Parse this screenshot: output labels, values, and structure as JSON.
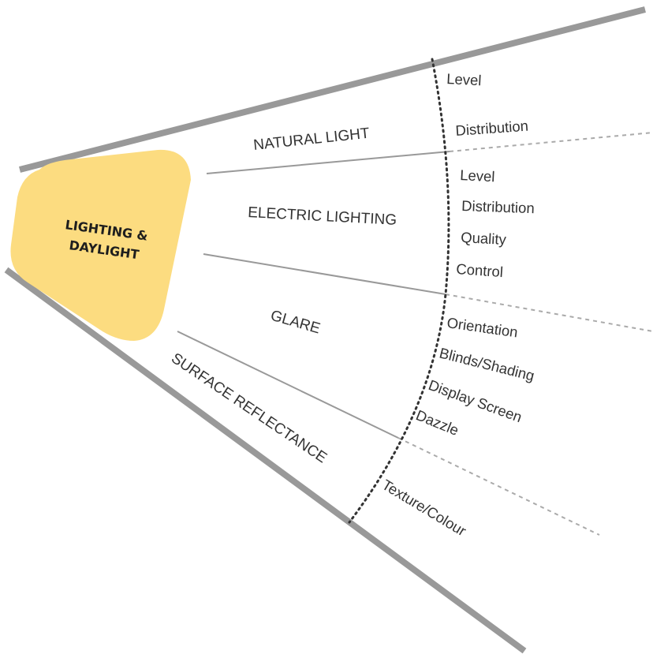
{
  "hub": {
    "line1": "LIGHTING &",
    "line2": "DAYLIGHT",
    "color": "#fcdc80"
  },
  "categories": [
    {
      "label": "NATURAL LIGHT",
      "items": [
        "Level",
        "Distribution"
      ]
    },
    {
      "label": "ELECTRIC LIGHTING",
      "items": [
        "Level",
        "Distribution",
        "Quality",
        "Control"
      ]
    },
    {
      "label": "GLARE",
      "items": [
        "Orientation",
        "Blinds/Shading",
        "Display Screen",
        "Dazzle"
      ]
    },
    {
      "label": "SURFACE REFLECTANCE",
      "items": [
        "Texture/Colour"
      ]
    }
  ]
}
